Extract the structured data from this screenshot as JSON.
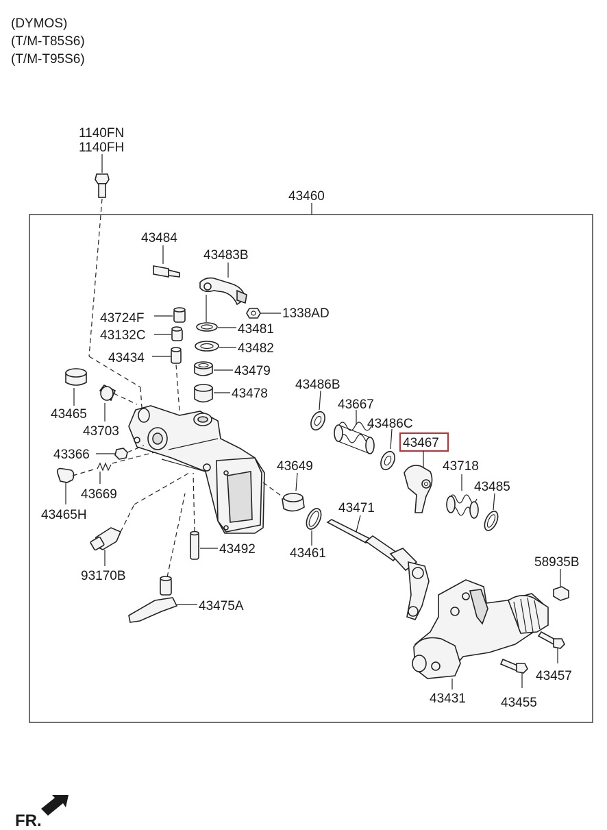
{
  "header": {
    "lines": [
      "(DYMOS)",
      "(T/M-T85S6)",
      "(T/M-T95S6)"
    ]
  },
  "assembly": {
    "number": "43460"
  },
  "highlight": {
    "part": "43467",
    "color": "#d9262b"
  },
  "direction": {
    "label": "FR."
  },
  "labels": {
    "p1140fn": "1140FN",
    "p1140fh": "1140FH",
    "p43484": "43484",
    "p43483b": "43483B",
    "p1338ad": "1338AD",
    "p43724f": "43724F",
    "p43481": "43481",
    "p43132c": "43132C",
    "p43482": "43482",
    "p43434": "43434",
    "p43479": "43479",
    "p43478": "43478",
    "p43465": "43465",
    "p43703": "43703",
    "p43486b": "43486B",
    "p43667": "43667",
    "p43486c": "43486C",
    "p43467": "43467",
    "p43718": "43718",
    "p43485": "43485",
    "p43366": "43366",
    "p43669": "43669",
    "p43465h": "43465H",
    "p43649": "43649",
    "p43471": "43471",
    "p43461": "43461",
    "p43492": "43492",
    "p93170b": "93170B",
    "p43475a": "43475A",
    "p58935b": "58935B",
    "p43457": "43457",
    "p43431": "43431",
    "p43455": "43455"
  }
}
